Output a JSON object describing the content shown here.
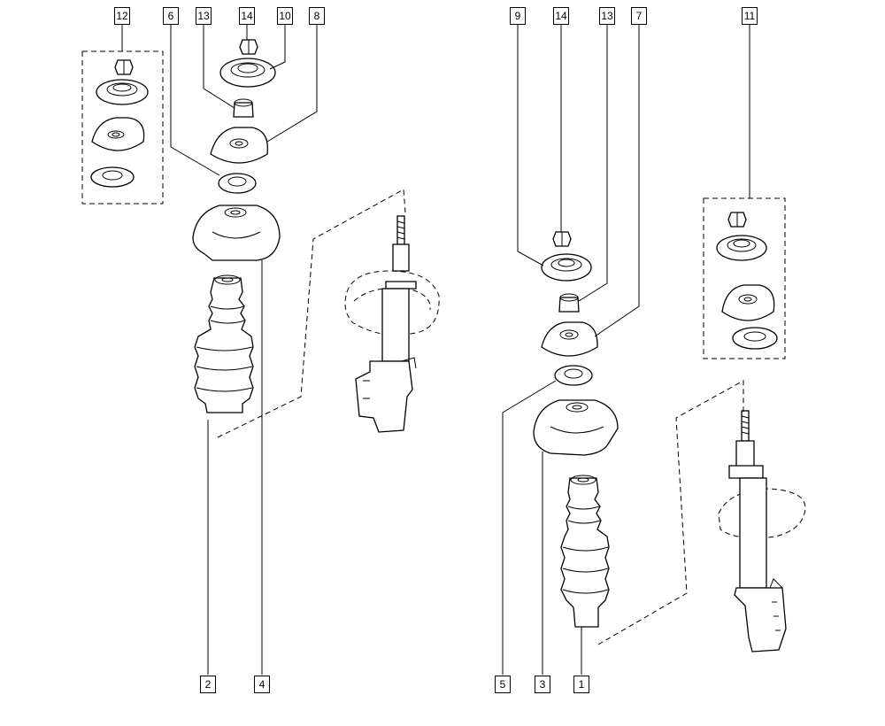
{
  "callouts": {
    "c12": "12",
    "c6": "6",
    "c13a": "13",
    "c14a": "14",
    "c10": "10",
    "c8": "8",
    "c9": "9",
    "c14b": "14",
    "c13b": "13",
    "c7": "7",
    "c11": "11",
    "c2": "2",
    "c4": "4",
    "c5": "5",
    "c3": "3",
    "c1": "1"
  }
}
